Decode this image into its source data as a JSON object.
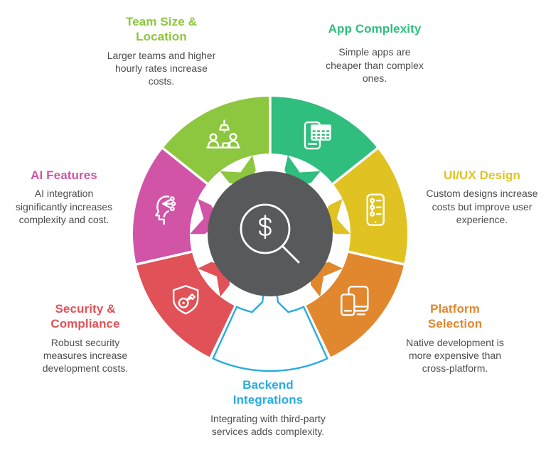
{
  "figure": {
    "type": "circular-cost-factors-infographic",
    "background": "#ffffff",
    "layout": {
      "start_angle_deg": 0,
      "clockwise": true,
      "segment_span_deg": 51.43
    }
  },
  "center": {
    "icon": "cost-magnifier-icon",
    "circle_color": "#58595B",
    "icon_color": "#ffffff"
  },
  "segments": [
    {
      "id": "app-complexity",
      "title": "App Complexity",
      "description": "Simple apps are cheaper than complex ones.",
      "color": "#2FBE7D",
      "icon": "phone-table-icon",
      "filled": true
    },
    {
      "id": "uiux-design",
      "title": "UI/UX Design",
      "description": "Custom designs increase costs but improve user experience.",
      "color": "#E0C322",
      "icon": "phone-settings-icon",
      "filled": true
    },
    {
      "id": "platform-selection",
      "title": "Platform\nSelection",
      "description": "Native development is more expensive than cross-platform.",
      "color": "#E1872E",
      "icon": "devices-icon",
      "filled": true
    },
    {
      "id": "backend-integrations",
      "title": "Backend\nIntegrations",
      "description": "Integrating with third-party services adds complexity.",
      "color": "#29ABE2",
      "icon": null,
      "filled": false
    },
    {
      "id": "security-compliance",
      "title": "Security &\nCompliance",
      "description": "Robust security measures increase development costs.",
      "color": "#E05257",
      "icon": "shield-key-icon",
      "filled": true
    },
    {
      "id": "ai-features",
      "title": "AI Features",
      "description": "AI integration significantly increases complexity and cost.",
      "color": "#D154A7",
      "icon": "ai-head-icon",
      "filled": true
    },
    {
      "id": "team-size-location",
      "title": "Team Size &\nLocation",
      "description": "Larger teams and higher hourly rates increase costs.",
      "color": "#8DC63F",
      "icon": "team-desk-icon",
      "filled": true
    }
  ]
}
